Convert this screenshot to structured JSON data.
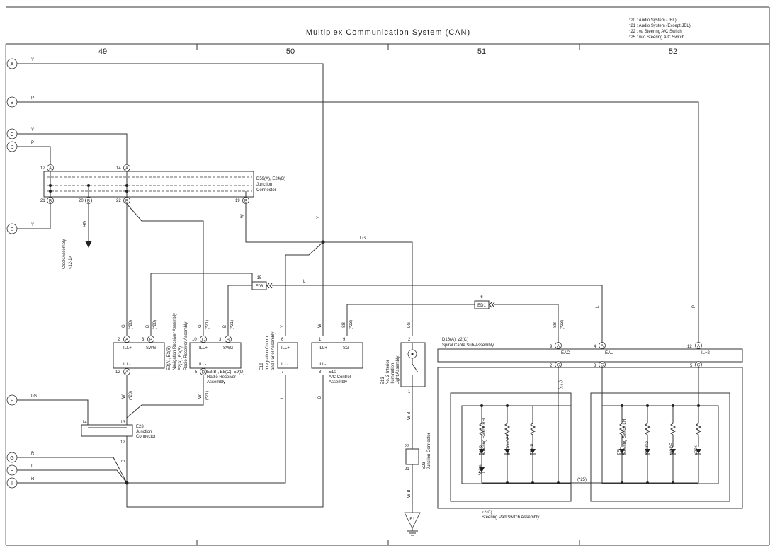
{
  "header": {
    "title": "Multiplex Communication System (CAN)",
    "notes": [
      "*20 : Audio System (JBL)",
      "*21 : Audio System (Except JBL)",
      "*22 : w/ Steering A/C Switch",
      "*25 : w/o Steering A/C Switch"
    ],
    "columns": [
      "49",
      "50",
      "51",
      "52"
    ]
  },
  "terminals": [
    "A",
    "B",
    "C",
    "D",
    "E",
    "F",
    "G",
    "H",
    "I"
  ],
  "wire_colors": {
    "A": "Y",
    "B": "P",
    "C": "Y",
    "D": "P",
    "E": "Y",
    "F": "LG",
    "G": "R",
    "H": "L",
    "I": "R",
    "y_mid": "Y",
    "lg_top": "LG",
    "w_19": "W",
    "gr_clock": "GR",
    "l_long": "L",
    "g_left": "G",
    "b_left": "B",
    "g_mid": "G",
    "b_mid": "B",
    "y_integ": "Y",
    "w_ac": "W",
    "sb_ac": "SB",
    "lg_lamp": "LG",
    "sb_eac": "SB",
    "l_eau": "L",
    "p_il2": "P",
    "w_left": "W",
    "w_mid": "W",
    "b_j23": "B",
    "l_integ": "L",
    "b_ac": "B",
    "wb_top": "W-B",
    "wb_bot": "W-B"
  },
  "notes_on_wires": {
    "n20a": "(*20)",
    "n20b": "(*20)",
    "n21a": "(*21)",
    "n21b": "(*21)",
    "n23": "(*23)",
    "n23b": "(*23)",
    "n20c": "(*20)",
    "n21c": "(*21)",
    "n23c": "(*23)",
    "n25": "(*25)"
  },
  "components": {
    "jc_d59": {
      "name": "D59(A), E24(B)",
      "sub1": "Junction",
      "sub2": "Connector",
      "pins": {
        "p12": "12",
        "p14": "14",
        "p21": "21",
        "p20": "20",
        "p22": "22",
        "p19": "19"
      },
      "codes": {
        "A": "A",
        "B": "B"
      }
    },
    "clock": {
      "name": "Clock Assembly",
      "ref": "<12-1>"
    },
    "e08": {
      "label": "E08",
      "pin": "15"
    },
    "ed1": {
      "label": "ED1",
      "pin": "6"
    },
    "nav": {
      "name1": "E2(A), E3(B)",
      "name2": "Navigation Receiver Assembly",
      "name3": "E2(A), E3(B)",
      "name4": "Radio Receiver Assembly",
      "ill_plus": "ILL+",
      "ill_minus": "ILL-",
      "swg": "SWG",
      "pins": {
        "p2": "2",
        "p3": "3",
        "p12": "12"
      }
    },
    "radio": {
      "name1": "E3(B), E8(C), E9(D)",
      "name2": "Radio Receiver",
      "name3": "Assembly",
      "ill_plus": "ILL+",
      "ill_minus": "ILL-",
      "swg": "SWG",
      "pins": {
        "p10": "10",
        "p3": "3",
        "p5": "5"
      }
    },
    "integ": {
      "name1": "E18",
      "name2": "Integration Control",
      "name3": "and Panel Assembly",
      "ill_plus": "ILL+",
      "ill_minus": "ILL-",
      "pins": {
        "p6": "6",
        "p7": "7"
      }
    },
    "ac": {
      "name1": "E10",
      "name2": "A/C Control",
      "name3": "Assembly",
      "ill_plus": "ILL+",
      "ill_minus": "ILL-",
      "sg": "SG",
      "pins": {
        "p1": "1",
        "p9": "9",
        "p8": "8"
      }
    },
    "lamp": {
      "name1": "E13",
      "name2": "No. 2 Interior",
      "name3": "Illumination",
      "name4": "Light Assembly",
      "pins": {
        "p2": "2",
        "p1": "1"
      }
    },
    "j23": {
      "name1": "E23",
      "name2": "Junction",
      "name3": "Connector",
      "pins": {
        "p14": "14",
        "p13": "13",
        "p12": "12"
      }
    },
    "j23b": {
      "name1": "E23",
      "name2": "Junction Connector",
      "pins": {
        "p22": "22",
        "p21": "21"
      }
    },
    "spiral": {
      "name1": "D16(A), z2(C)",
      "name2": "Spiral Cable Sub-Assembly",
      "eac": "EAC",
      "eau": "EAU",
      "il2": "IL+2",
      "pins": {
        "p9": "9",
        "p4": "4",
        "p12": "12",
        "p2": "2",
        "p8": "8",
        "p5": "5"
      }
    },
    "steer_rh": {
      "name": "Steering Switch RH",
      "leds": [
        "DISP",
        "AUTO/OFF",
        "TEMP",
        "Voice"
      ]
    },
    "steer_lh": {
      "name": "Steering Switch LH",
      "leds": [
        "TEL",
        "Volume",
        "MODE",
        "Seek"
      ]
    },
    "pad": {
      "name1": "z2(C)",
      "name2": "Steering Pad Switch Assembly"
    },
    "ground": {
      "label": "E1"
    }
  }
}
